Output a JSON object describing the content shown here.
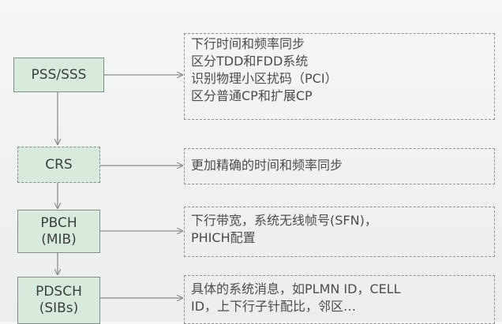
{
  "nodes": [
    {
      "id": "pss-sss",
      "lines": [
        "PSS/SSS"
      ]
    },
    {
      "id": "crs",
      "lines": [
        "CRS"
      ]
    },
    {
      "id": "pbch",
      "lines": [
        "PBCH",
        "(MIB)"
      ]
    },
    {
      "id": "pdsch",
      "lines": [
        "PDSCH",
        "(SIBs)"
      ]
    }
  ],
  "descriptions": [
    {
      "id": "pss-sss-desc",
      "lines": [
        "下行时间和频率同步",
        "区分TDD和FDD系统",
        "识别物理小区扰码（PCI）",
        "区分普通CP和扩展CP"
      ]
    },
    {
      "id": "crs-desc",
      "lines": [
        "更加精确的时间和频率同步"
      ]
    },
    {
      "id": "pbch-desc",
      "lines": [
        "下行带宽，系统无线帧号(SFN)，",
        "PHICH配置"
      ]
    },
    {
      "id": "pdsch-desc",
      "lines": [
        "具体的系统消息，如PLMN ID，CELL",
        "ID，上下行子针配比，邻区…"
      ]
    }
  ],
  "colors": {
    "node_fill": "#d8eadc",
    "node_border": "#7f8f86",
    "connector": "#8a8d8b"
  }
}
